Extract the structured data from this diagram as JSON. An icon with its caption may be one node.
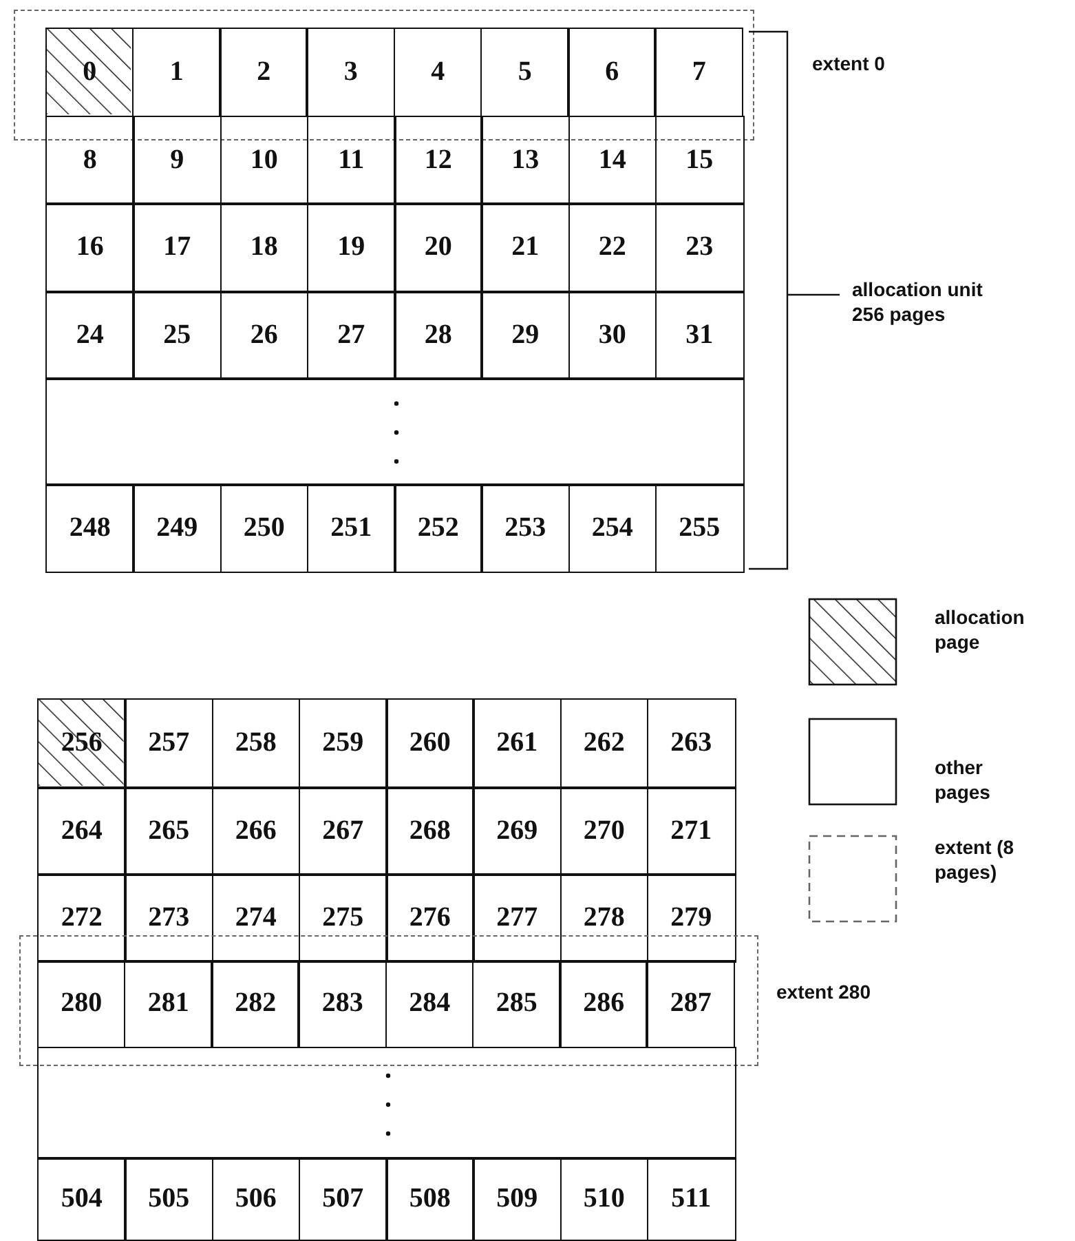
{
  "diagram": {
    "nodes": [
      {
        "text": [],
        "shape": "box",
        "beside": [
          "extent 0"
        ]
      },
      {
        "text": [
          "0"
        ],
        "in": 0
      },
      {
        "text": [
          "1"
        ],
        "in": 0
      },
      {
        "text": [
          "2"
        ],
        "in": 0
      },
      {
        "text": [
          "3"
        ],
        "in": 0
      },
      {
        "text": [
          "4"
        ],
        "in": 0
      },
      {
        "text": [
          "5"
        ],
        "in": 0
      },
      {
        "text": [
          "6"
        ],
        "in": 0
      },
      {
        "text": [
          "7"
        ],
        "in": 0
      },
      {
        "text": [
          "8"
        ]
      },
      {
        "text": [
          "9"
        ]
      },
      {
        "text": [
          "10"
        ]
      },
      {
        "text": [
          "11"
        ]
      },
      {
        "text": [
          "12"
        ]
      },
      {
        "text": [
          "13"
        ]
      },
      {
        "text": [
          "14"
        ]
      },
      {
        "text": [
          "15"
        ]
      },
      {
        "text": [
          "16"
        ]
      },
      {
        "text": [
          "17"
        ]
      },
      {
        "text": [
          "18"
        ]
      },
      {
        "text": [
          "19"
        ]
      },
      {
        "text": [
          "20"
        ]
      },
      {
        "text": [
          "21"
        ]
      },
      {
        "text": [
          "22"
        ]
      },
      {
        "text": [
          "23"
        ]
      },
      {
        "text": [
          "24"
        ]
      },
      {
        "text": [
          "25"
        ]
      },
      {
        "text": [
          "26"
        ]
      },
      {
        "text": [
          "27"
        ]
      },
      {
        "text": [
          "28"
        ]
      },
      {
        "text": [
          "29"
        ]
      },
      {
        "text": [
          "30"
        ]
      },
      {
        "text": [
          "31"
        ]
      },
      {
        "text": [],
        "shape": "box"
      },
      {
        "text": [
          "248"
        ]
      },
      {
        "text": [
          "249"
        ]
      },
      {
        "text": [
          "250"
        ]
      },
      {
        "text": [
          "251"
        ]
      },
      {
        "text": [
          "252"
        ]
      },
      {
        "text": [
          "253"
        ]
      },
      {
        "text": [
          "254"
        ]
      },
      {
        "text": [
          "255"
        ]
      },
      {
        "text": [
          "256"
        ]
      },
      {
        "text": [
          "257"
        ]
      },
      {
        "text": [
          "258"
        ]
      },
      {
        "text": [
          "259"
        ]
      },
      {
        "text": [
          "260"
        ]
      },
      {
        "text": [
          "261"
        ]
      },
      {
        "text": [
          "262"
        ]
      },
      {
        "text": [
          "263"
        ]
      },
      {
        "text": [
          "264"
        ]
      },
      {
        "text": [
          "265"
        ]
      },
      {
        "text": [
          "266"
        ]
      },
      {
        "text": [
          "267"
        ]
      },
      {
        "text": [
          "268"
        ]
      },
      {
        "text": [
          "269"
        ]
      },
      {
        "text": [
          "270"
        ]
      },
      {
        "text": [
          "271"
        ]
      },
      {
        "text": [
          "272"
        ]
      },
      {
        "text": [
          "273"
        ]
      },
      {
        "text": [
          "274"
        ]
      },
      {
        "text": [
          "275"
        ]
      },
      {
        "text": [
          "276"
        ]
      },
      {
        "text": [
          "277"
        ]
      },
      {
        "text": [
          "278"
        ]
      },
      {
        "text": [
          "279"
        ]
      },
      {
        "text": [],
        "shape": "box",
        "beside": [
          "extent 280"
        ]
      },
      {
        "text": [
          "280"
        ],
        "in": 66
      },
      {
        "text": [
          "281"
        ],
        "in": 66
      },
      {
        "text": [
          "282"
        ],
        "in": 66
      },
      {
        "text": [
          "283"
        ],
        "in": 66
      },
      {
        "text": [
          "284"
        ],
        "in": 66
      },
      {
        "text": [
          "285"
        ],
        "in": 66
      },
      {
        "text": [
          "286"
        ],
        "in": 66
      },
      {
        "text": [
          "287"
        ],
        "in": 66
      },
      {
        "text": [],
        "shape": "box"
      },
      {
        "text": [
          "504"
        ]
      },
      {
        "text": [
          "505"
        ]
      },
      {
        "text": [
          "506"
        ]
      },
      {
        "text": [
          "507"
        ]
      },
      {
        "text": [
          "508"
        ]
      },
      {
        "text": [
          "509"
        ]
      },
      {
        "text": [
          "510"
        ]
      },
      {
        "text": [
          "511"
        ]
      }
    ],
    "labels": [
      "allocation unit 256 pages"
    ],
    "legend": [
      {
        "text": "allocation page"
      },
      {
        "text": "other pages"
      },
      {
        "text": "extent (8 pages)"
      }
    ]
  }
}
